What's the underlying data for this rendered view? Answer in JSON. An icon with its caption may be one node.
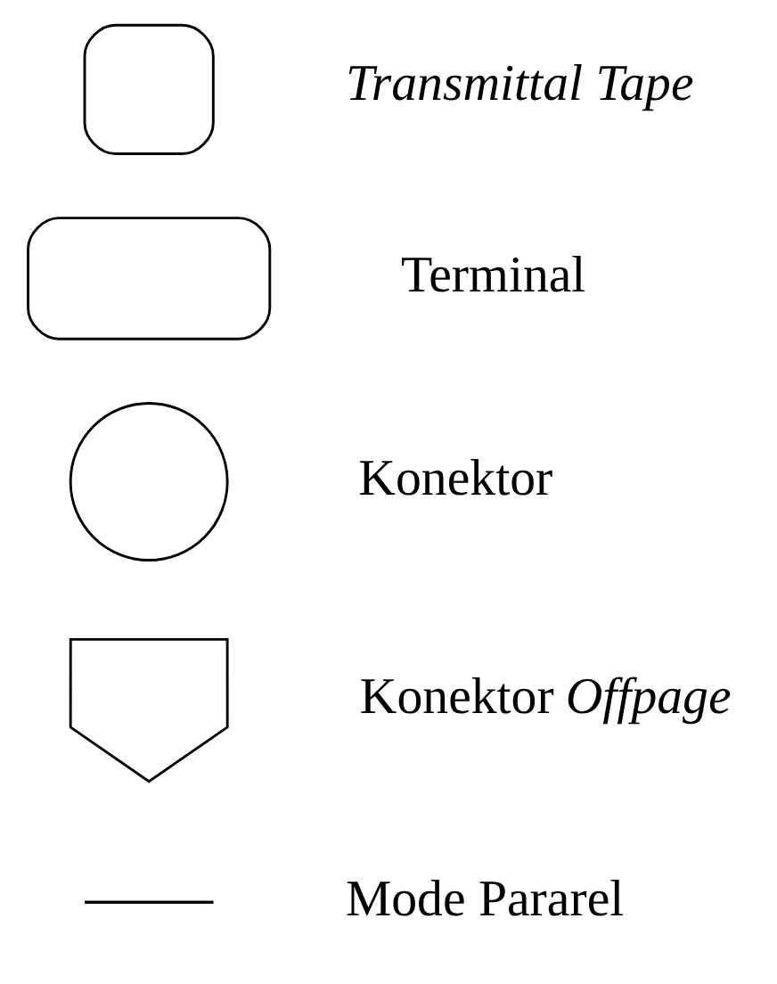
{
  "diagram": {
    "nodes": [
      {
        "text": [],
        "shape": "tape",
        "beside": [
          "Transmittal Tape"
        ]
      },
      {
        "text": [],
        "shape": "oval",
        "beside": [
          "Terminal"
        ]
      },
      {
        "text": [],
        "shape": "circle",
        "beside": [
          "Konektor"
        ]
      },
      {
        "text": [],
        "shape": "pentagon",
        "beside": [
          "Konektor *Offpage*"
        ]
      },
      {
        "text": [],
        "shape": "picture",
        "beside": [
          "Mode Pararel"
        ]
      }
    ]
  }
}
